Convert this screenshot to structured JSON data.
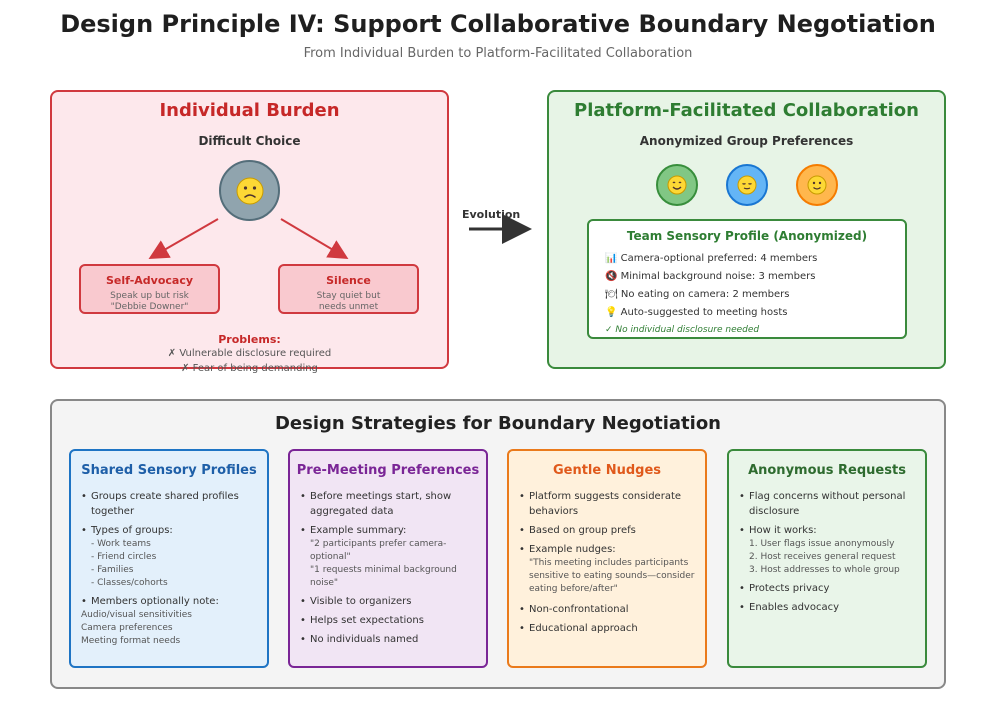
{
  "header": {
    "title": "Design Principle IV: Support Collaborative Boundary Negotiation",
    "subtitle": "From Individual Burden to Platform-Facilitated Collaboration"
  },
  "colors": {
    "burden_accent": "#d0393f",
    "collab_accent": "#3a8a3c",
    "card_blue": "#1e74c4",
    "card_purple": "#7a2596",
    "card_orange": "#ea7a1b",
    "card_green": "#3a8a3c"
  },
  "burden": {
    "title": "Individual Burden",
    "subtitle": "Difficult Choice",
    "face": "worried-face-icon",
    "options": [
      {
        "label": "Self-Advocacy",
        "desc1": "Speak up but risk",
        "desc2": "\"Debbie Downer\""
      },
      {
        "label": "Silence",
        "desc1": "Stay quiet but",
        "desc2": "needs unmet"
      }
    ],
    "problems_title": "Problems:",
    "problems": [
      "✗ Vulnerable disclosure required",
      "✗ Fear of being demanding"
    ]
  },
  "evolution_label": "Evolution",
  "collab": {
    "title": "Platform-Facilitated Collaboration",
    "subtitle": "Anonymized Group Preferences",
    "faces": [
      "smiling-face-icon",
      "relieved-face-icon",
      "slightly-smiling-face-icon"
    ],
    "profile_title": "Team Sensory Profile (Anonymized)",
    "profile_rows": [
      {
        "icon": "📊",
        "text": "Camera-optional preferred: 4 members"
      },
      {
        "icon": "🔇",
        "text": "Minimal background noise: 3 members"
      },
      {
        "icon": "🍽",
        "text": "No eating on camera: 2 members"
      },
      {
        "icon": "💡",
        "text": "Auto-suggested to meeting hosts"
      }
    ],
    "profile_note": "✓ No individual disclosure needed"
  },
  "strategies": {
    "title": "Design Strategies for Boundary Negotiation",
    "cards": [
      {
        "title": "Shared Sensory Profiles",
        "b1": "Groups create shared profiles together",
        "b2": "Types of groups:",
        "b2_items": [
          "- Work teams",
          "- Friend circles",
          "- Families",
          "- Classes/cohorts"
        ],
        "b3": "Members optionally note:",
        "b3_items": [
          "Audio/visual sensitivities",
          "Camera preferences",
          "Meeting format needs"
        ]
      },
      {
        "title": "Pre-Meeting Preferences",
        "b1": "Before meetings start, show aggregated data",
        "b2": "Example summary:",
        "b2_items": [
          "\"2 participants prefer camera-optional\"",
          "\"1 requests minimal background noise\""
        ],
        "b3": "Visible to organizers",
        "b4": "Helps set expectations",
        "b5": "No individuals named"
      },
      {
        "title": "Gentle Nudges",
        "b1": "Platform suggests considerate behaviors",
        "b2": "Based on group prefs",
        "b3": "Example nudges:",
        "b3_items": [
          "\"This meeting includes participants sensitive to eating sounds—consider eating before/after\""
        ],
        "b4": "Non-confrontational",
        "b5": "Educational approach"
      },
      {
        "title": "Anonymous Requests",
        "b1": "Flag concerns without personal disclosure",
        "b2": "How it works:",
        "b2_items": [
          "1. User flags issue anonymously",
          "2. Host receives general request",
          "3. Host addresses to whole group"
        ],
        "b3": "Protects privacy",
        "b4": "Enables advocacy"
      }
    ]
  }
}
